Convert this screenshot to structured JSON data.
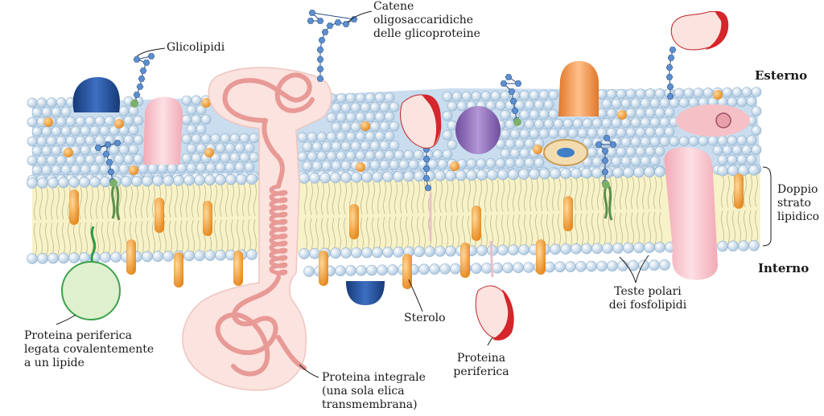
{
  "labels": {
    "glicolipidi": "Glicolipidi",
    "catene": "Catene\noligosaccaridiche\ndelle glicoproteine",
    "esterno": "Esterno",
    "interno": "Interno",
    "doppio_strato": "Doppio\nstrato\nlipidico",
    "teste_polari": "Teste polari\ndei fosfolipidi",
    "sterolo": "Sterolo",
    "proteina_periferica": "Proteina\nperiferica",
    "proteina_integrale": "Proteina integrale\n(una sola elica\ntransmembrana)",
    "proteina_periferica_lipide": "Proteina periferica\nlegata covalentemente\na un lipide"
  },
  "colors": {
    "head": "#d6e6f5",
    "head_stroke": "#8fb0cc",
    "tail_band": "#f7f2c8",
    "sterol": "#f2a640",
    "protein_pink": "#f7c8cf",
    "protein_integral": "#fbe3df",
    "helix": "#e89a96",
    "peripheral_green": "#dff0cf",
    "blue_protein": "#1f4e9a",
    "purple_protein": "#8d6bb5",
    "orange_protein": "#f0974a",
    "sugar": "#5b8fd0",
    "red_accent": "#d4262b"
  }
}
